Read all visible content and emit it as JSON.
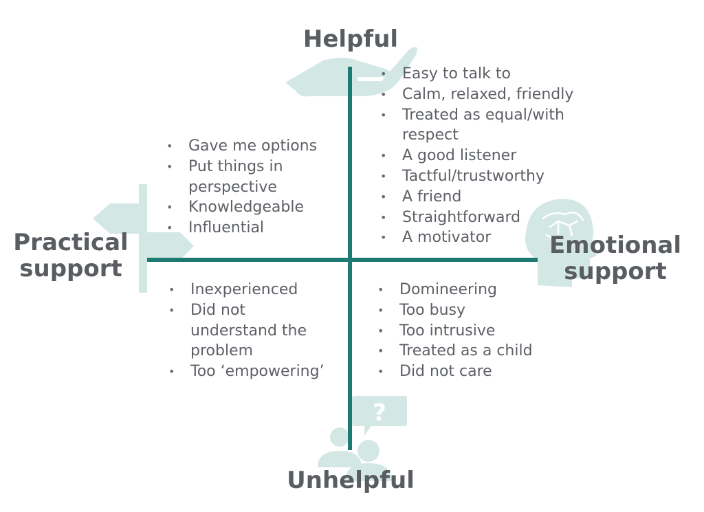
{
  "axes": {
    "top": "Helpful",
    "bottom": "Unhelpful",
    "left": [
      "Practical",
      "support"
    ],
    "right": [
      "Emotional",
      "support"
    ]
  },
  "quadrants": {
    "top_right": [
      "Easy to talk to",
      "Calm, relaxed, friendly",
      "Treated as equal/with respect",
      "A good listener",
      "Tactful/trustworthy",
      "A friend",
      "Straightforward",
      "A motivator"
    ],
    "top_left": [
      "Gave me options",
      "Put things in perspective",
      "Knowledgeable",
      "Influential"
    ],
    "bottom_left": [
      "Inexperienced",
      "Did not understand the problem",
      "Too ‘empowering’"
    ],
    "bottom_right": [
      "Domineering",
      "Too busy",
      "Too intrusive",
      "Treated as a child",
      "Did not care"
    ]
  },
  "icons": [
    "hand-icon",
    "signpost-icon",
    "head-brain-icon",
    "people-question-icon"
  ],
  "colors": {
    "axis": "#1d7a72",
    "icon": "#d3e8e5",
    "text": "#5d6066"
  }
}
